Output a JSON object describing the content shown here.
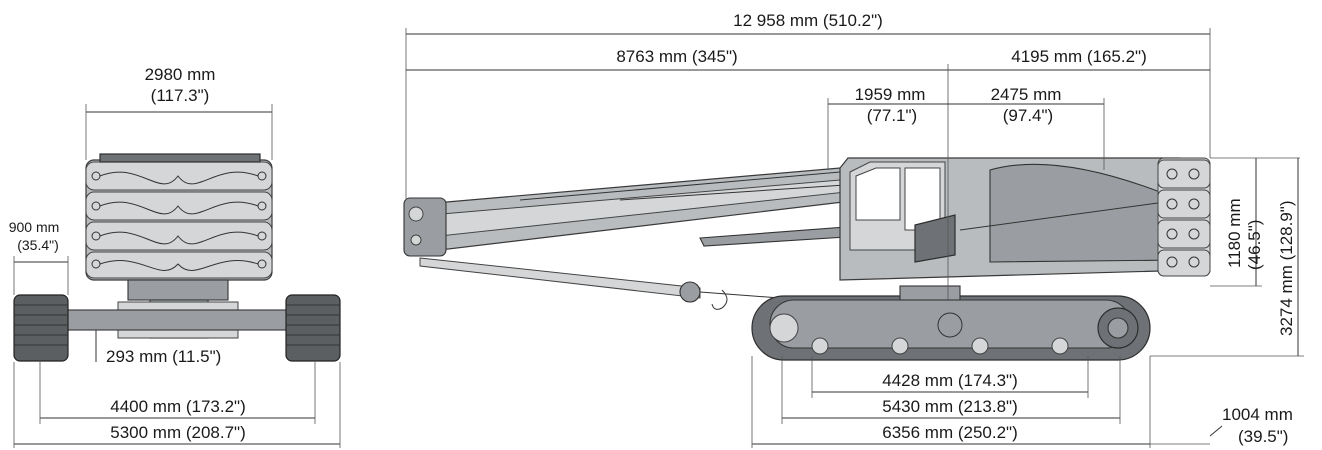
{
  "front_view": {
    "width_total": "2980 mm",
    "width_total_in": "(117.3\")",
    "track_width_mm": "900 mm",
    "track_width_in": "(35.4\")",
    "clearance": "293 mm (11.5\")",
    "track_center": "4400 mm (173.2\")",
    "overall_width": "5300 mm (208.7\")"
  },
  "side_view": {
    "overall_length": "12 958 mm (510.2\")",
    "boom_length": "8763 mm (345\")",
    "rear_length": "4195 mm (165.2\")",
    "cab_offset_mm": "1959 mm",
    "cab_offset_in": "(77.1\")",
    "counterweight_offset_mm": "2475 mm",
    "counterweight_offset_in": "(97.4\")",
    "counterweight_height_mm": "1180 mm",
    "counterweight_height_in": "(46.5\")",
    "overall_height": "3274 mm (128.9\")",
    "tumbler_distance": "4428 mm (174.3\")",
    "track_contact": "5430 mm (213.8\")",
    "track_length": "6356 mm (250.2\")",
    "track_height_mm": "1004 mm",
    "track_height_in": "(39.5\")"
  }
}
